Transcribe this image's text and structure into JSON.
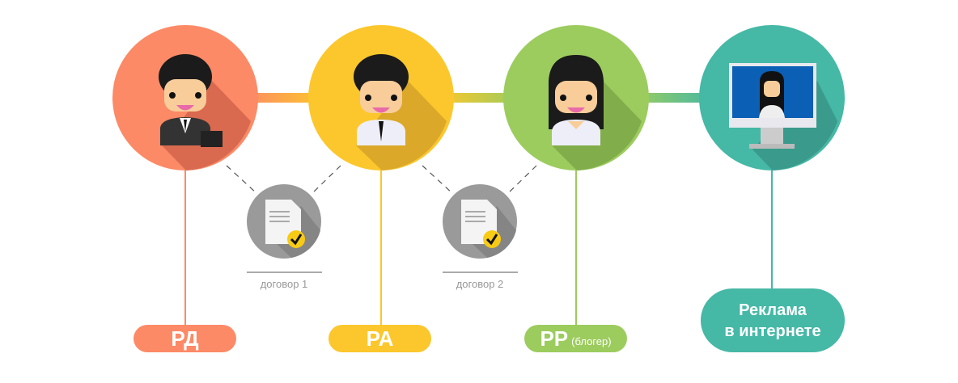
{
  "nodes": [
    {
      "label": "РД",
      "sub": "",
      "color": "#fc8a66",
      "icon": "businessman-icon"
    },
    {
      "label": "РА",
      "sub": "",
      "color": "#fcc72c",
      "icon": "office-worker-icon"
    },
    {
      "label": "РР",
      "sub": "(блогер)",
      "color": "#9ccc5e",
      "icon": "blogger-woman-icon"
    },
    {
      "label_line1": "Реклама",
      "label_line2": "в интернете",
      "color": "#45b8a6",
      "icon": "monitor-icon"
    }
  ],
  "contracts": [
    {
      "label": "договор 1",
      "icon": "contract-document-icon"
    },
    {
      "label": "договор 2",
      "icon": "contract-document-icon"
    }
  ]
}
